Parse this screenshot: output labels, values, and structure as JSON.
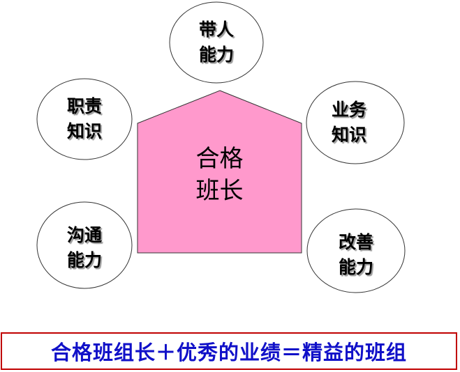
{
  "center": {
    "line1": "合格",
    "line2": "班长",
    "color": "#ff99cc"
  },
  "circles": [
    {
      "line1": "带人",
      "line2": "能力"
    },
    {
      "line1": "职责",
      "line2": "知识"
    },
    {
      "line1": "业务",
      "line2": "知识"
    },
    {
      "line1": "沟通",
      "line2": "能力"
    },
    {
      "line1": "改善",
      "line2": "能力"
    }
  ],
  "banner": {
    "text": "合格班组长＋优秀的业绩＝精益的班组",
    "text_color": "#1010c8",
    "border_color": "#c00000"
  }
}
